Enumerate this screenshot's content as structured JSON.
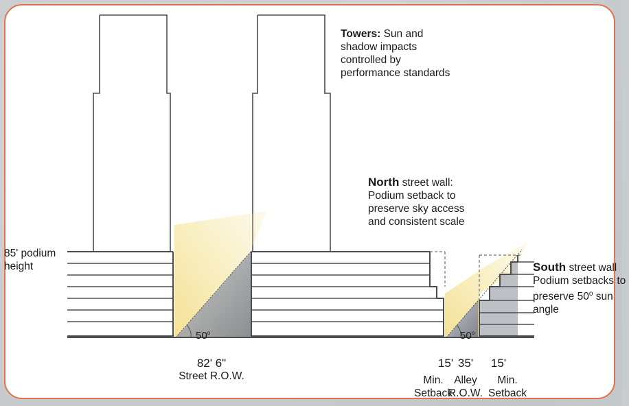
{
  "annotations": {
    "towers": {
      "bold": "Towers:",
      "text": "Sun and shadow impacts controlled by performance standards"
    },
    "north": {
      "bold": "North",
      "text": "street wall: Podium setback to preserve sky access and consistent scale"
    },
    "south": {
      "bold": "South",
      "text": "street wall Podium setbacks to preserve 50",
      "sup": "o",
      "tail": "sun angle"
    },
    "podium_height": "85' podium height"
  },
  "angles": {
    "street": "50",
    "alley": "50",
    "degree_mark": "o"
  },
  "dimensions": {
    "street_row": {
      "value": "82' 6\"",
      "label": "Street R.O.W."
    },
    "min_setback_north": {
      "value": "15'",
      "label1": "Min.",
      "label2": "Setback"
    },
    "alley_row": {
      "value": "35'",
      "label1": "Alley",
      "label2": "R.O.W."
    },
    "min_setback_south": {
      "value": "15'",
      "label1": "Min.",
      "label2": "Setback"
    }
  },
  "colors": {
    "frame": "#e0734a",
    "shadow": "#8f949b",
    "sun": "#f3df8a",
    "line": "#4a4d52"
  }
}
